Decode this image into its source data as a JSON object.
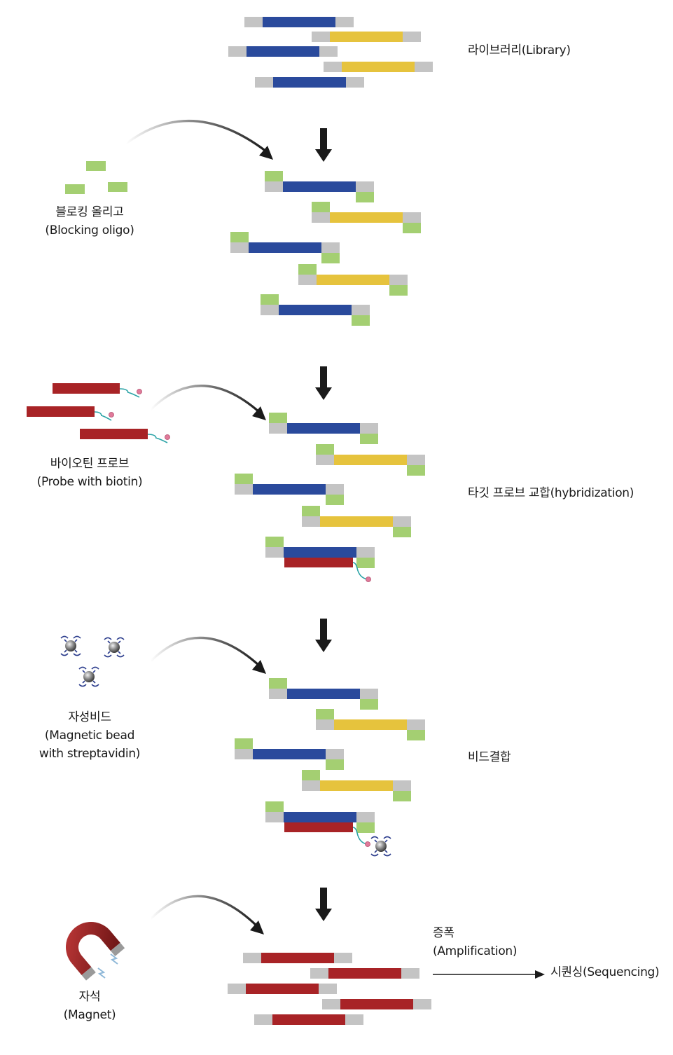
{
  "colors": {
    "blue": "#2a4a9c",
    "yellow": "#e6c33d",
    "gray": "#c4c4c4",
    "green": "#a4cf72",
    "red": "#a82326",
    "teal": "#2aa3a6",
    "biotin": "#e07a9a",
    "arrow": "#1a1a1a"
  },
  "labels": {
    "library": "라이브러리(Library)",
    "blocking_1": "블로킹 올리고",
    "blocking_2": "(Blocking oligo)",
    "probe_1": "바이오틴 프로브",
    "probe_2": "(Probe with biotin)",
    "hybridization": "타깃 프로브 교합(hybridization)",
    "bead_1": "자성비드",
    "bead_2": "(Magnetic bead",
    "bead_3": "with streptavidin)",
    "bead_binding": "비드결합",
    "magnet_1": "자석",
    "magnet_2": "(Magnet)",
    "amp_1": "증폭",
    "amp_2": "(Amplification)",
    "sequencing": "시퀀싱(Sequencing)"
  },
  "icons": {
    "step_arrow": "down-arrow-icon",
    "curved_arrow": "curved-arrow-icon",
    "bead": "magnetic-bead-icon",
    "magnet": "horseshoe-magnet-icon"
  }
}
